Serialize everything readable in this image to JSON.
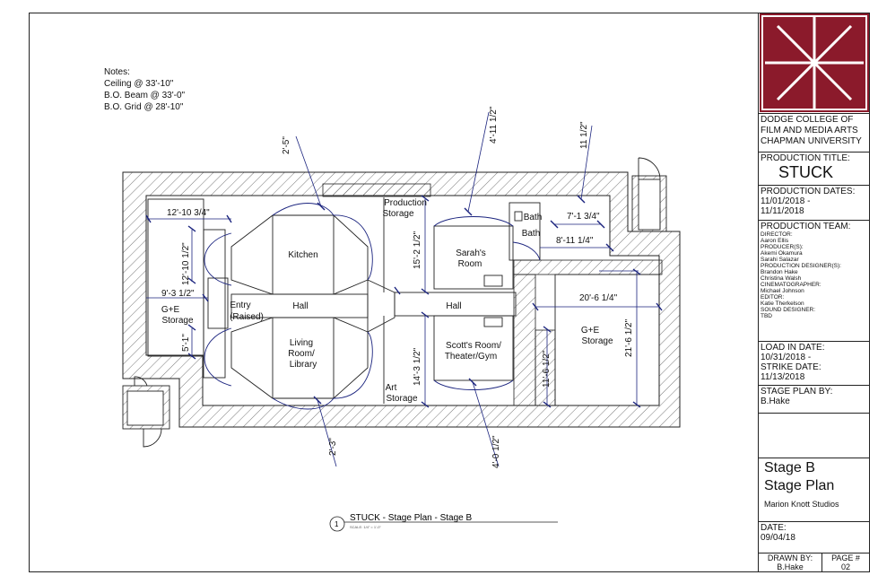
{
  "notes": {
    "heading": "Notes:",
    "lines": [
      "Ceiling @ 33'-10\"",
      "B.O. Beam @ 33'-0\"",
      "B.O. Grid @ 28'-10\""
    ]
  },
  "rooms": {
    "kitchen": "Kitchen",
    "hall_left": "Hall",
    "hall_right": "Hall",
    "entry_1": "Entry",
    "entry_2": "(Raised)",
    "living_1": "Living",
    "living_2": "Room/",
    "living_3": "Library",
    "production_storage_1": "Production",
    "production_storage_2": "Storage",
    "art_storage_1": "Art",
    "art_storage_2": "Storage",
    "sarahs_room_1": "Sarah's",
    "sarahs_room_2": "Room",
    "scotts_room_1": "Scott's Room/",
    "scotts_room_2": "Theater/Gym",
    "bath_1": "Bath",
    "bath_2": "Bath",
    "ge_left_1": "G+E",
    "ge_left_2": "Storage",
    "ge_right_1": "G+E",
    "ge_right_2": "Storage"
  },
  "dimensions": {
    "d1": "2'-5\"",
    "d2": "4'-11 1/2\"",
    "d3": "11 1/2\"",
    "d4": "12'-10 3/4\"",
    "d5": "12'-10 1/2\"",
    "d6": "9'-3 1/2\"",
    "d7": "5'-1\"",
    "d8": "15'-2 1/2\"",
    "d9": "14'-3 1/2\"",
    "d10": "7'-1 3/4\"",
    "d11": "8'-11 1/4\"",
    "d12": "20'-6 1/4\"",
    "d13": "21'-6 1/2\"",
    "d14": "11'-6 1/2\"",
    "d15": "2'-3\"",
    "d16": "4'-0 1/2\""
  },
  "drawing_title": {
    "number": "1",
    "text": "STUCK - Stage Plan - Stage B",
    "scale": "SCALE: 1/4\" = 1'-0\""
  },
  "title_block": {
    "school": [
      "DODGE COLLEGE OF",
      "FILM AND MEDIA ARTS",
      "CHAPMAN UNIVERSITY"
    ],
    "production_title_label": "PRODUCTION TITLE:",
    "production_title": "STUCK",
    "production_dates_label": "PRODUCTION DATES:",
    "production_dates": [
      "11/01/2018 -",
      "11/11/2018"
    ],
    "team_label": "PRODUCTION TEAM:",
    "team": [
      "DIRECTOR:",
      "Aaron Ellis",
      "PRODUCER(S):",
      "Akemi Okamura",
      "Sarahi Salazar",
      "PRODUCTION DESIGNER(S):",
      "Brandon Hake",
      "Christina Walsh",
      "CINEMATOGRAPHER:",
      "Michael Johnson",
      "EDITOR:",
      "Katie Therkelson",
      "SOUND DESIGNER:",
      "TBD"
    ],
    "load_in_label": "LOAD IN DATE:",
    "load_in": "10/31/2018 -",
    "strike_label": "STRIKE DATE:",
    "strike": "11/13/2018",
    "plan_by_label": "STAGE PLAN BY:",
    "plan_by": "B.Hake",
    "sheet_name": [
      "Stage B",
      "Stage Plan"
    ],
    "studio": "Marion Knott Studios",
    "date_label": "DATE:",
    "date": "09/04/18",
    "drawn_by_label": "DRAWN BY:",
    "drawn_by": "B.Hake",
    "page_label": "PAGE #",
    "page": "02"
  },
  "colors": {
    "logo_bg": "#8b1a2b",
    "dimension_line": "#1a237e",
    "ink": "#111111"
  }
}
